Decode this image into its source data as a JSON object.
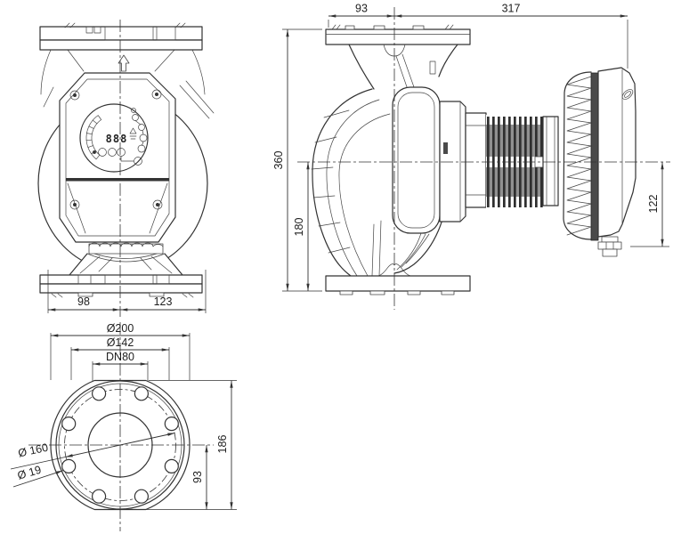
{
  "drawing": {
    "type": "pump-technical-dimension-drawing",
    "background": "#ffffff",
    "line_color": "#333333",
    "shade_color": "#909090",
    "plate_color": "#4a4a4a",
    "views": {
      "front": {
        "label": "front view",
        "display_value": "888",
        "dims": {
          "left_width": "98",
          "right_width": "123"
        }
      },
      "side": {
        "label": "side view",
        "dims": {
          "flange_to_axis": "93",
          "axis_to_module_end": "317",
          "total_height": "360",
          "axis_height": "180",
          "module_height": "122"
        }
      },
      "flange": {
        "label": "flange view",
        "dims": {
          "outer_diameter": "Ø200",
          "raised_face_diameter": "Ø142",
          "nominal_bore": "DN80",
          "bolt_circle_diameter": "Ø 160",
          "bolt_hole_diameter": "Ø 19",
          "overall_height": "186",
          "axis_to_bottom": "93"
        }
      }
    }
  }
}
